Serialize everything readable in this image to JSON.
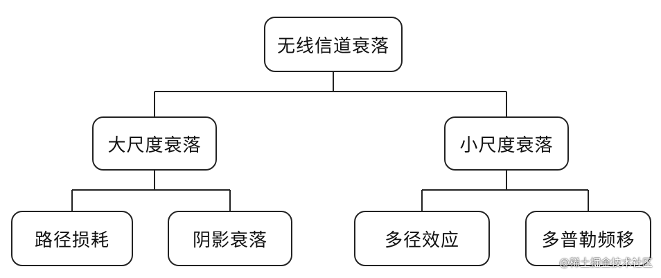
{
  "tree": {
    "root": {
      "label": "无线信道衰落"
    },
    "large_scale": {
      "label": "大尺度衰落",
      "children": [
        {
          "label": "路径损耗"
        },
        {
          "label": "阴影衰落"
        }
      ]
    },
    "small_scale": {
      "label": "小尺度衰落",
      "children": [
        {
          "label": "多径效应"
        },
        {
          "label": "多普勒频移"
        }
      ]
    }
  },
  "watermark": {
    "text": "@稀土掘金技术社区"
  }
}
